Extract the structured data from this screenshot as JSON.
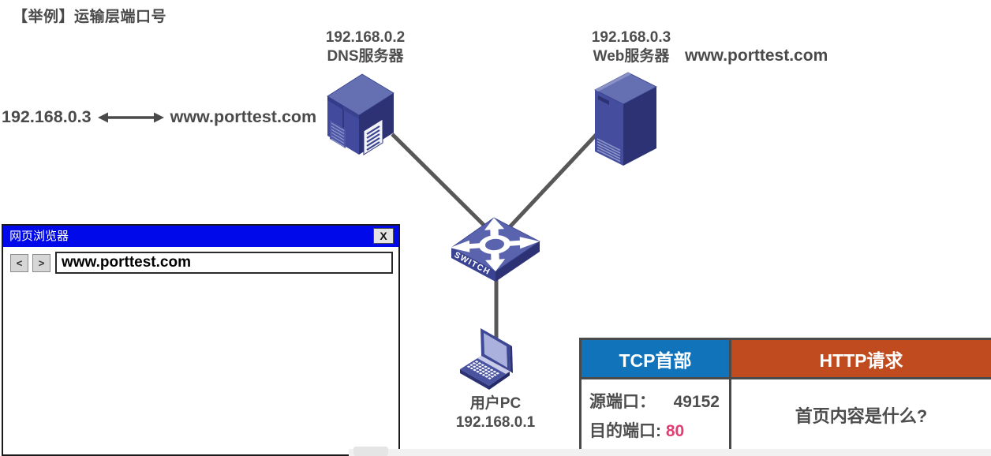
{
  "slide": {
    "title": "【举例】运输层端口号"
  },
  "dns_mapping": {
    "ip": "192.168.0.3",
    "domain": "www.porttest.com"
  },
  "nodes": {
    "dns_server": {
      "ip": "192.168.0.2",
      "name": "DNS服务器"
    },
    "web_server": {
      "ip": "192.168.0.3",
      "name": "Web服务器",
      "domain": "www.porttest.com"
    },
    "switch": {
      "label": "SWITCH"
    },
    "user_pc": {
      "name": "用户PC",
      "ip": "192.168.0.1"
    }
  },
  "browser": {
    "title": "网页浏览器",
    "close_label": "X",
    "back_label": "<",
    "forward_label": ">",
    "address": "www.porttest.com"
  },
  "packet_table": {
    "tcp_header": "TCP首部",
    "http_request": "HTTP请求",
    "source_port_label": "源端口：",
    "source_port_value": "49152",
    "dest_port_label": "目的端口:",
    "dest_port_value": "80",
    "http_body": "首页内容是什么?"
  },
  "colors": {
    "tcp_header_bg": "#1173b9",
    "http_header_bg": "#bf4b1f",
    "dest_port_value": "#e23e73",
    "browser_titlebar": "#0009e9",
    "text_gray": "#4d4d4d",
    "cable": "#585858",
    "icon_top": "#6570b2",
    "icon_mid": "#434c9e",
    "icon_dark": "#2c3274"
  }
}
